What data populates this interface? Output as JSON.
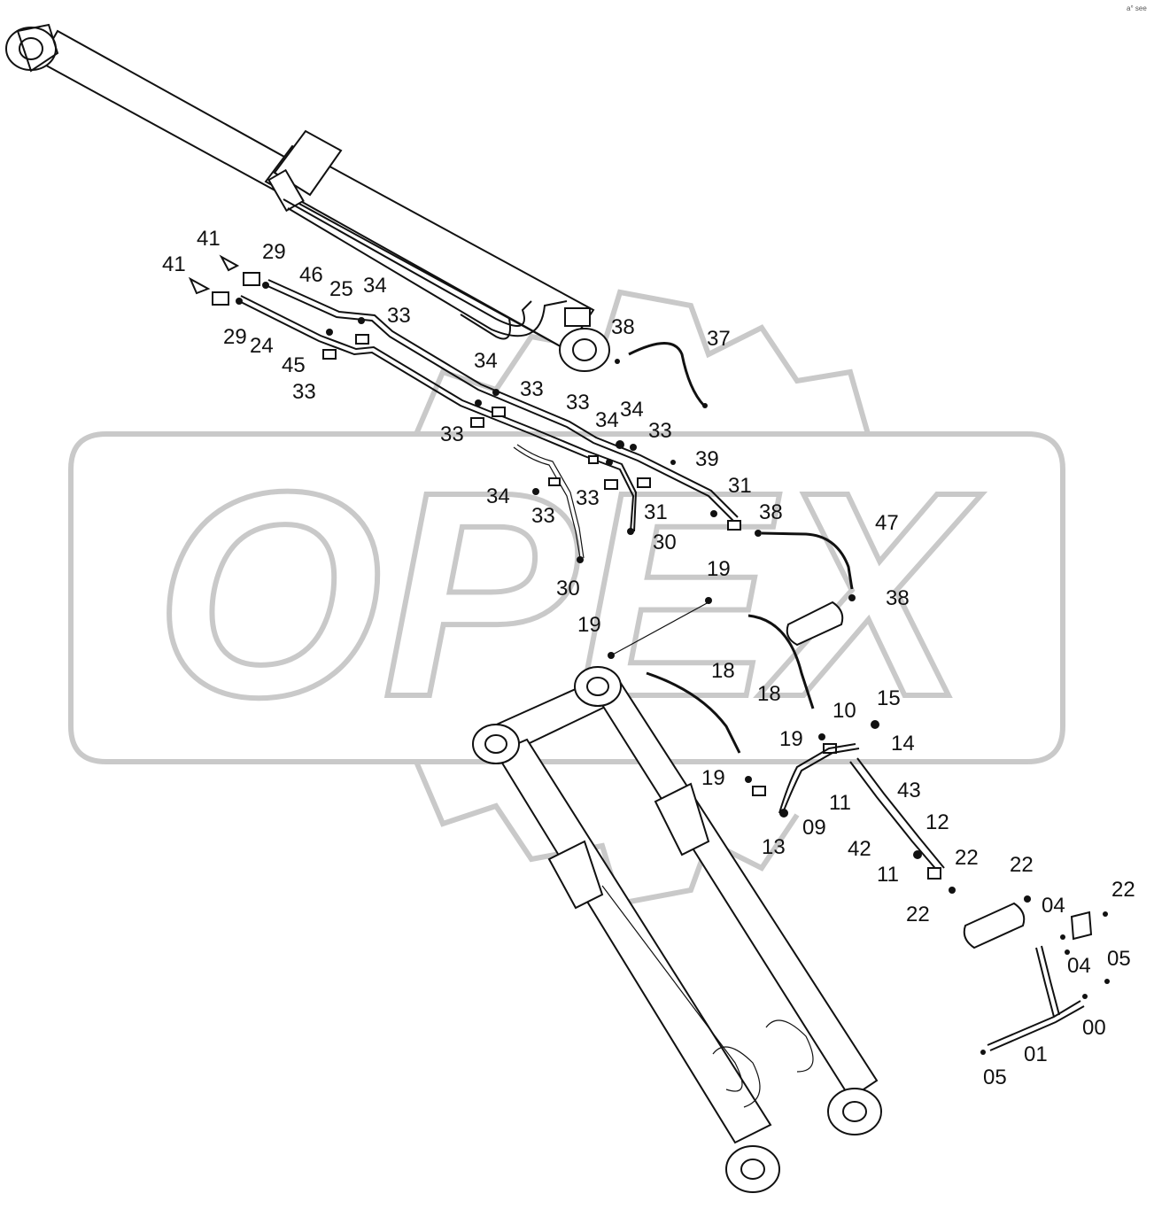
{
  "corner_mark": "a° see",
  "watermark": "OPEX",
  "callouts": [
    {
      "id": "c41a",
      "text": "41"
    },
    {
      "id": "c41b",
      "text": "41"
    },
    {
      "id": "c29a",
      "text": "29"
    },
    {
      "id": "c29b",
      "text": "29"
    },
    {
      "id": "c46",
      "text": "46"
    },
    {
      "id": "c25",
      "text": "25"
    },
    {
      "id": "c34a",
      "text": "34"
    },
    {
      "id": "c33a",
      "text": "33"
    },
    {
      "id": "c24",
      "text": "24"
    },
    {
      "id": "c45",
      "text": "45"
    },
    {
      "id": "c33b",
      "text": "33"
    },
    {
      "id": "c38a",
      "text": "38"
    },
    {
      "id": "c37",
      "text": "37"
    },
    {
      "id": "c34b",
      "text": "34"
    },
    {
      "id": "c33c",
      "text": "33"
    },
    {
      "id": "c33d",
      "text": "33"
    },
    {
      "id": "c33e",
      "text": "33"
    },
    {
      "id": "c34c",
      "text": "34"
    },
    {
      "id": "c34d",
      "text": "34"
    },
    {
      "id": "c33f",
      "text": "33"
    },
    {
      "id": "c39",
      "text": "39"
    },
    {
      "id": "c34e",
      "text": "34"
    },
    {
      "id": "c33g",
      "text": "33"
    },
    {
      "id": "c33h",
      "text": "33"
    },
    {
      "id": "c31a",
      "text": "31"
    },
    {
      "id": "c31b",
      "text": "31"
    },
    {
      "id": "c30a",
      "text": "30"
    },
    {
      "id": "c30b",
      "text": "30"
    },
    {
      "id": "c38b",
      "text": "38"
    },
    {
      "id": "c47",
      "text": "47"
    },
    {
      "id": "c38c",
      "text": "38"
    },
    {
      "id": "c19a",
      "text": "19"
    },
    {
      "id": "c19b",
      "text": "19"
    },
    {
      "id": "c18a",
      "text": "18"
    },
    {
      "id": "c18b",
      "text": "18"
    },
    {
      "id": "c10",
      "text": "10"
    },
    {
      "id": "c15",
      "text": "15"
    },
    {
      "id": "c19c",
      "text": "19"
    },
    {
      "id": "c14",
      "text": "14"
    },
    {
      "id": "c19d",
      "text": "19"
    },
    {
      "id": "c11a",
      "text": "11"
    },
    {
      "id": "c43",
      "text": "43"
    },
    {
      "id": "c09",
      "text": "09"
    },
    {
      "id": "c13",
      "text": "13"
    },
    {
      "id": "c12",
      "text": "12"
    },
    {
      "id": "c42",
      "text": "42"
    },
    {
      "id": "c11b",
      "text": "11"
    },
    {
      "id": "c22a",
      "text": "22"
    },
    {
      "id": "c22b",
      "text": "22"
    },
    {
      "id": "c22c",
      "text": "22"
    },
    {
      "id": "c22d",
      "text": "22"
    },
    {
      "id": "c04a",
      "text": "04"
    },
    {
      "id": "c04b",
      "text": "04"
    },
    {
      "id": "c05a",
      "text": "05"
    },
    {
      "id": "c00",
      "text": "00"
    },
    {
      "id": "c01",
      "text": "01"
    },
    {
      "id": "c05b",
      "text": "05"
    }
  ]
}
